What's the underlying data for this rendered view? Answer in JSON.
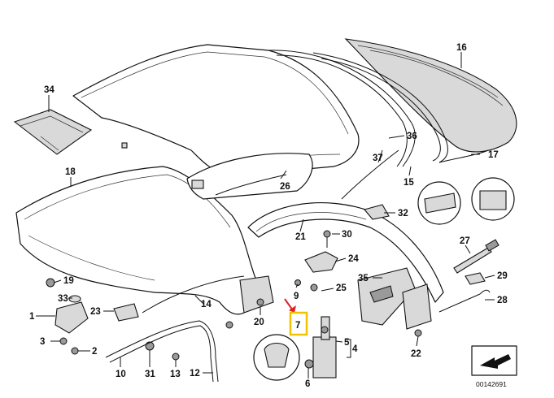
{
  "diagram": {
    "ref_number": "00142691",
    "highlight_color": "#f2c200",
    "arrow_color": "#e02020",
    "callouts": [
      {
        "id": "c16",
        "label": "16"
      },
      {
        "id": "c34",
        "label": "34"
      },
      {
        "id": "c36",
        "label": "36"
      },
      {
        "id": "c17",
        "label": "17"
      },
      {
        "id": "c37",
        "label": "37"
      },
      {
        "id": "c15",
        "label": "15"
      },
      {
        "id": "c18",
        "label": "18"
      },
      {
        "id": "c26",
        "label": "26"
      },
      {
        "id": "c32",
        "label": "32"
      },
      {
        "id": "c21",
        "label": "21"
      },
      {
        "id": "c30",
        "label": "30"
      },
      {
        "id": "c27",
        "label": "27"
      },
      {
        "id": "c24",
        "label": "24"
      },
      {
        "id": "c19",
        "label": "19"
      },
      {
        "id": "c29",
        "label": "29"
      },
      {
        "id": "c35",
        "label": "35"
      },
      {
        "id": "c9",
        "label": "9"
      },
      {
        "id": "c25",
        "label": "25"
      },
      {
        "id": "c33",
        "label": "33"
      },
      {
        "id": "c28",
        "label": "28"
      },
      {
        "id": "c14",
        "label": "14"
      },
      {
        "id": "c1",
        "label": "1"
      },
      {
        "id": "c23",
        "label": "23"
      },
      {
        "id": "c7",
        "label": "7"
      },
      {
        "id": "c20",
        "label": "20"
      },
      {
        "id": "c3",
        "label": "3"
      },
      {
        "id": "c2",
        "label": "2"
      },
      {
        "id": "c5",
        "label": "5"
      },
      {
        "id": "c22",
        "label": "22"
      },
      {
        "id": "c4",
        "label": "4"
      },
      {
        "id": "c10",
        "label": "10"
      },
      {
        "id": "c31",
        "label": "31"
      },
      {
        "id": "c13",
        "label": "13"
      },
      {
        "id": "c12",
        "label": "12"
      },
      {
        "id": "c6",
        "label": "6"
      }
    ]
  }
}
